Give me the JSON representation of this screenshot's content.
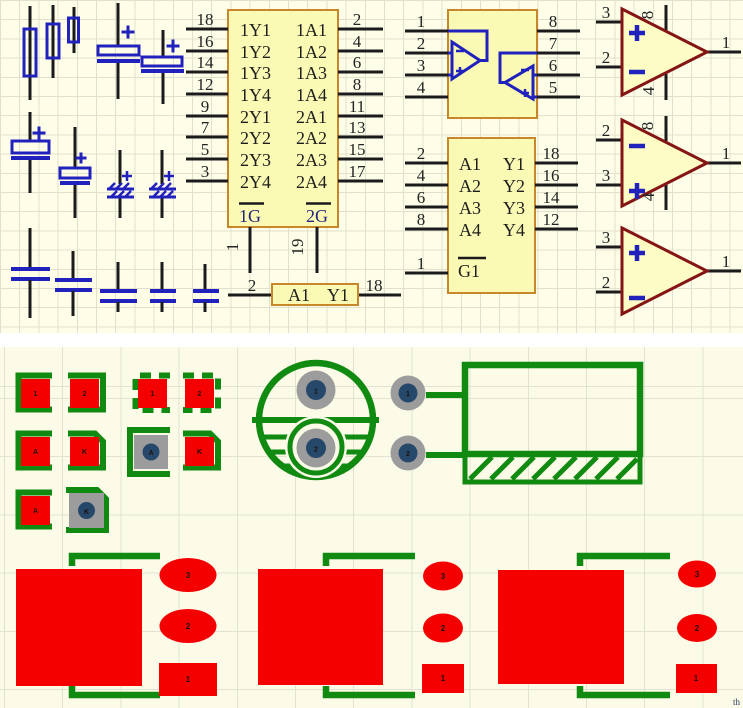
{
  "colors": {
    "schematic_bg": "#FEFEE8",
    "schematic_grid": "#E0E0CD",
    "pcb_bg": "#FBFBE8",
    "pcb_grid": "#E3E3D3",
    "ic_fill": "#FAFAB4",
    "ic_border": "#C9872B",
    "wire_black": "#1b1b1b",
    "symbol_blue": "#2121BD",
    "opamp_stroke": "#851515",
    "opamp_fill": "#FCFCC4",
    "copper_red": "#F40000",
    "silk_green": "#118A11",
    "pad_gray": "#9C9C9C",
    "hole_blue": "#26496B"
  },
  "ic1": {
    "left_pins": [
      "18",
      "16",
      "14",
      "12",
      "9",
      "7",
      "5",
      "3"
    ],
    "right_pins": [
      "2",
      "4",
      "6",
      "8",
      "11",
      "13",
      "15",
      "17"
    ],
    "left_labels": [
      "1Y1",
      "1Y2",
      "1Y3",
      "1Y4",
      "2Y1",
      "2Y2",
      "2Y3",
      "2Y4"
    ],
    "right_labels": [
      "1A1",
      "1A2",
      "1A3",
      "1A4",
      "2A1",
      "2A2",
      "2A3",
      "2A4"
    ],
    "gates": {
      "g1_label": "1G",
      "g1_pin": "1",
      "g2_label": "2G",
      "g2_pin": "19"
    }
  },
  "buffer_cell": {
    "in_pin": "2",
    "in_label": "A1",
    "out_label": "Y1",
    "out_pin": "18"
  },
  "ic2": {
    "left_pins": [
      "1",
      "2",
      "3",
      "4"
    ],
    "right_pins": [
      "8",
      "7",
      "6",
      "5"
    ]
  },
  "ic3": {
    "left_pins": [
      "2",
      "4",
      "6",
      "8"
    ],
    "right_pins": [
      "18",
      "16",
      "14",
      "12"
    ],
    "left_labels": [
      "A1",
      "A2",
      "A3",
      "A4"
    ],
    "right_labels": [
      "Y1",
      "Y2",
      "Y3",
      "Y4"
    ],
    "enable_label": "G1",
    "enable_pin": "1"
  },
  "opamps": [
    {
      "in_top_pin": "3",
      "in_top_sign": "+",
      "in_bot_pin": "2",
      "in_bot_sign": "-",
      "out_pin": "1",
      "pwr_top": "8",
      "pwr_bot": "4"
    },
    {
      "in_top_pin": "2",
      "in_top_sign": "-",
      "in_bot_pin": "3",
      "in_bot_sign": "+",
      "out_pin": "1",
      "pwr_top": "8",
      "pwr_bot": "4"
    },
    {
      "in_top_pin": "3",
      "in_top_sign": "+",
      "in_bot_pin": "2",
      "in_bot_sign": "-",
      "out_pin": "1"
    }
  ],
  "pcb": {
    "smd_row1": [
      "1",
      "2",
      "1",
      "2"
    ],
    "smd_row2": [
      "A",
      "K",
      "A",
      "K"
    ],
    "smd_row3": [
      "A",
      "K"
    ],
    "radial_pads": [
      "1",
      "2"
    ],
    "th_pads": [
      "1",
      "2"
    ],
    "dpak_footprints": [
      {
        "pads": [
          "3",
          "2",
          "1"
        ]
      },
      {
        "pads": [
          "3",
          "2",
          "1"
        ]
      },
      {
        "pads": [
          "3",
          "2",
          "1"
        ]
      }
    ]
  },
  "artifact": {
    "text": "th"
  }
}
